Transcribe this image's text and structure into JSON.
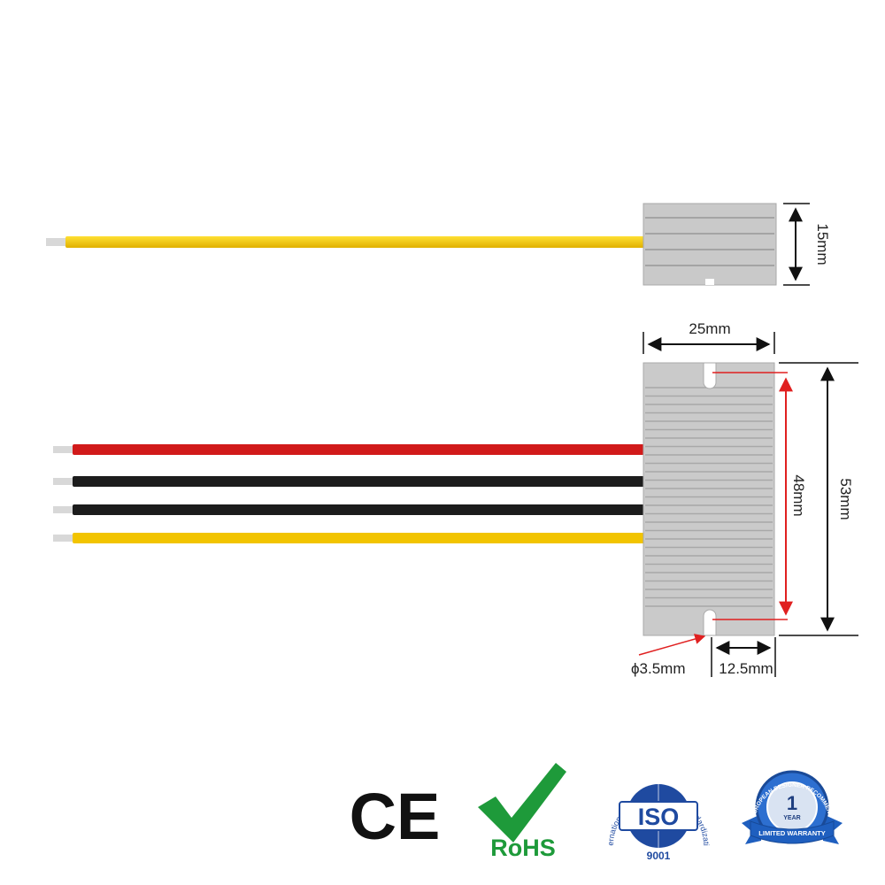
{
  "dimensions": {
    "height_side": "15mm",
    "width": "25mm",
    "inner_length": "48mm",
    "outer_length": "53mm",
    "hole_diameter": "ϕ3.5mm",
    "hole_offset": "12.5mm"
  },
  "wires": {
    "side_view": [
      "yellow"
    ],
    "top_view": [
      "red",
      "black",
      "black",
      "yellow"
    ]
  },
  "colors": {
    "red_wire": "#d11a1a",
    "black_wire": "#1c1c1c",
    "yellow_wire": "#f2c400",
    "housing": "#c8c8c8",
    "rohs_green": "#1e9a3a",
    "iso_blue": "#1f4aa0",
    "dimension_red": "#e02020"
  },
  "certifications": {
    "ce": "CE",
    "rohs": "RoHS",
    "iso": "ISO",
    "iso_number": "9001",
    "iso_ring": "International Organization for Standardization",
    "warranty_number": "1",
    "warranty_year": "YEAR",
    "warranty_ribbon": "LIMITED WARRANTY",
    "warranty_arc": "EUROPEAN DESIGNER RECOMMEND"
  }
}
